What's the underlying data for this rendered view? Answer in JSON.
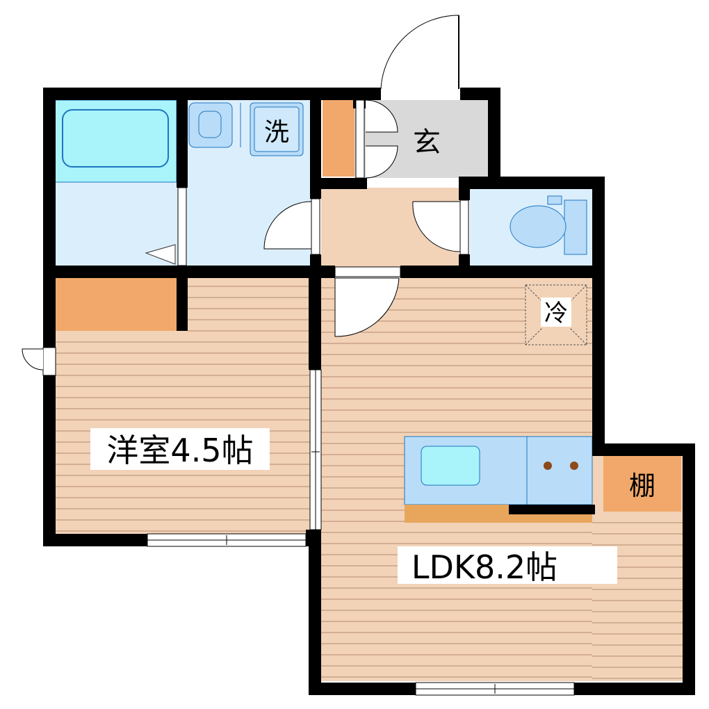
{
  "rooms": {
    "western_room": "洋室4.5帖",
    "ldk": "LDK8.2帖",
    "entrance": "玄",
    "washer": "洗",
    "fridge": "冷",
    "shelf": "棚"
  },
  "colors": {
    "wall": "#000000",
    "floor": "#f2d3b8",
    "floor_line": "#b48a6c",
    "wet_area": "#dbeefc",
    "bath_tub": "#a9f3fb",
    "fixture": "#b9dcf8",
    "storage": "#f1a86a",
    "counter": "#e8a55c",
    "genkan": "#d9d9d9"
  }
}
